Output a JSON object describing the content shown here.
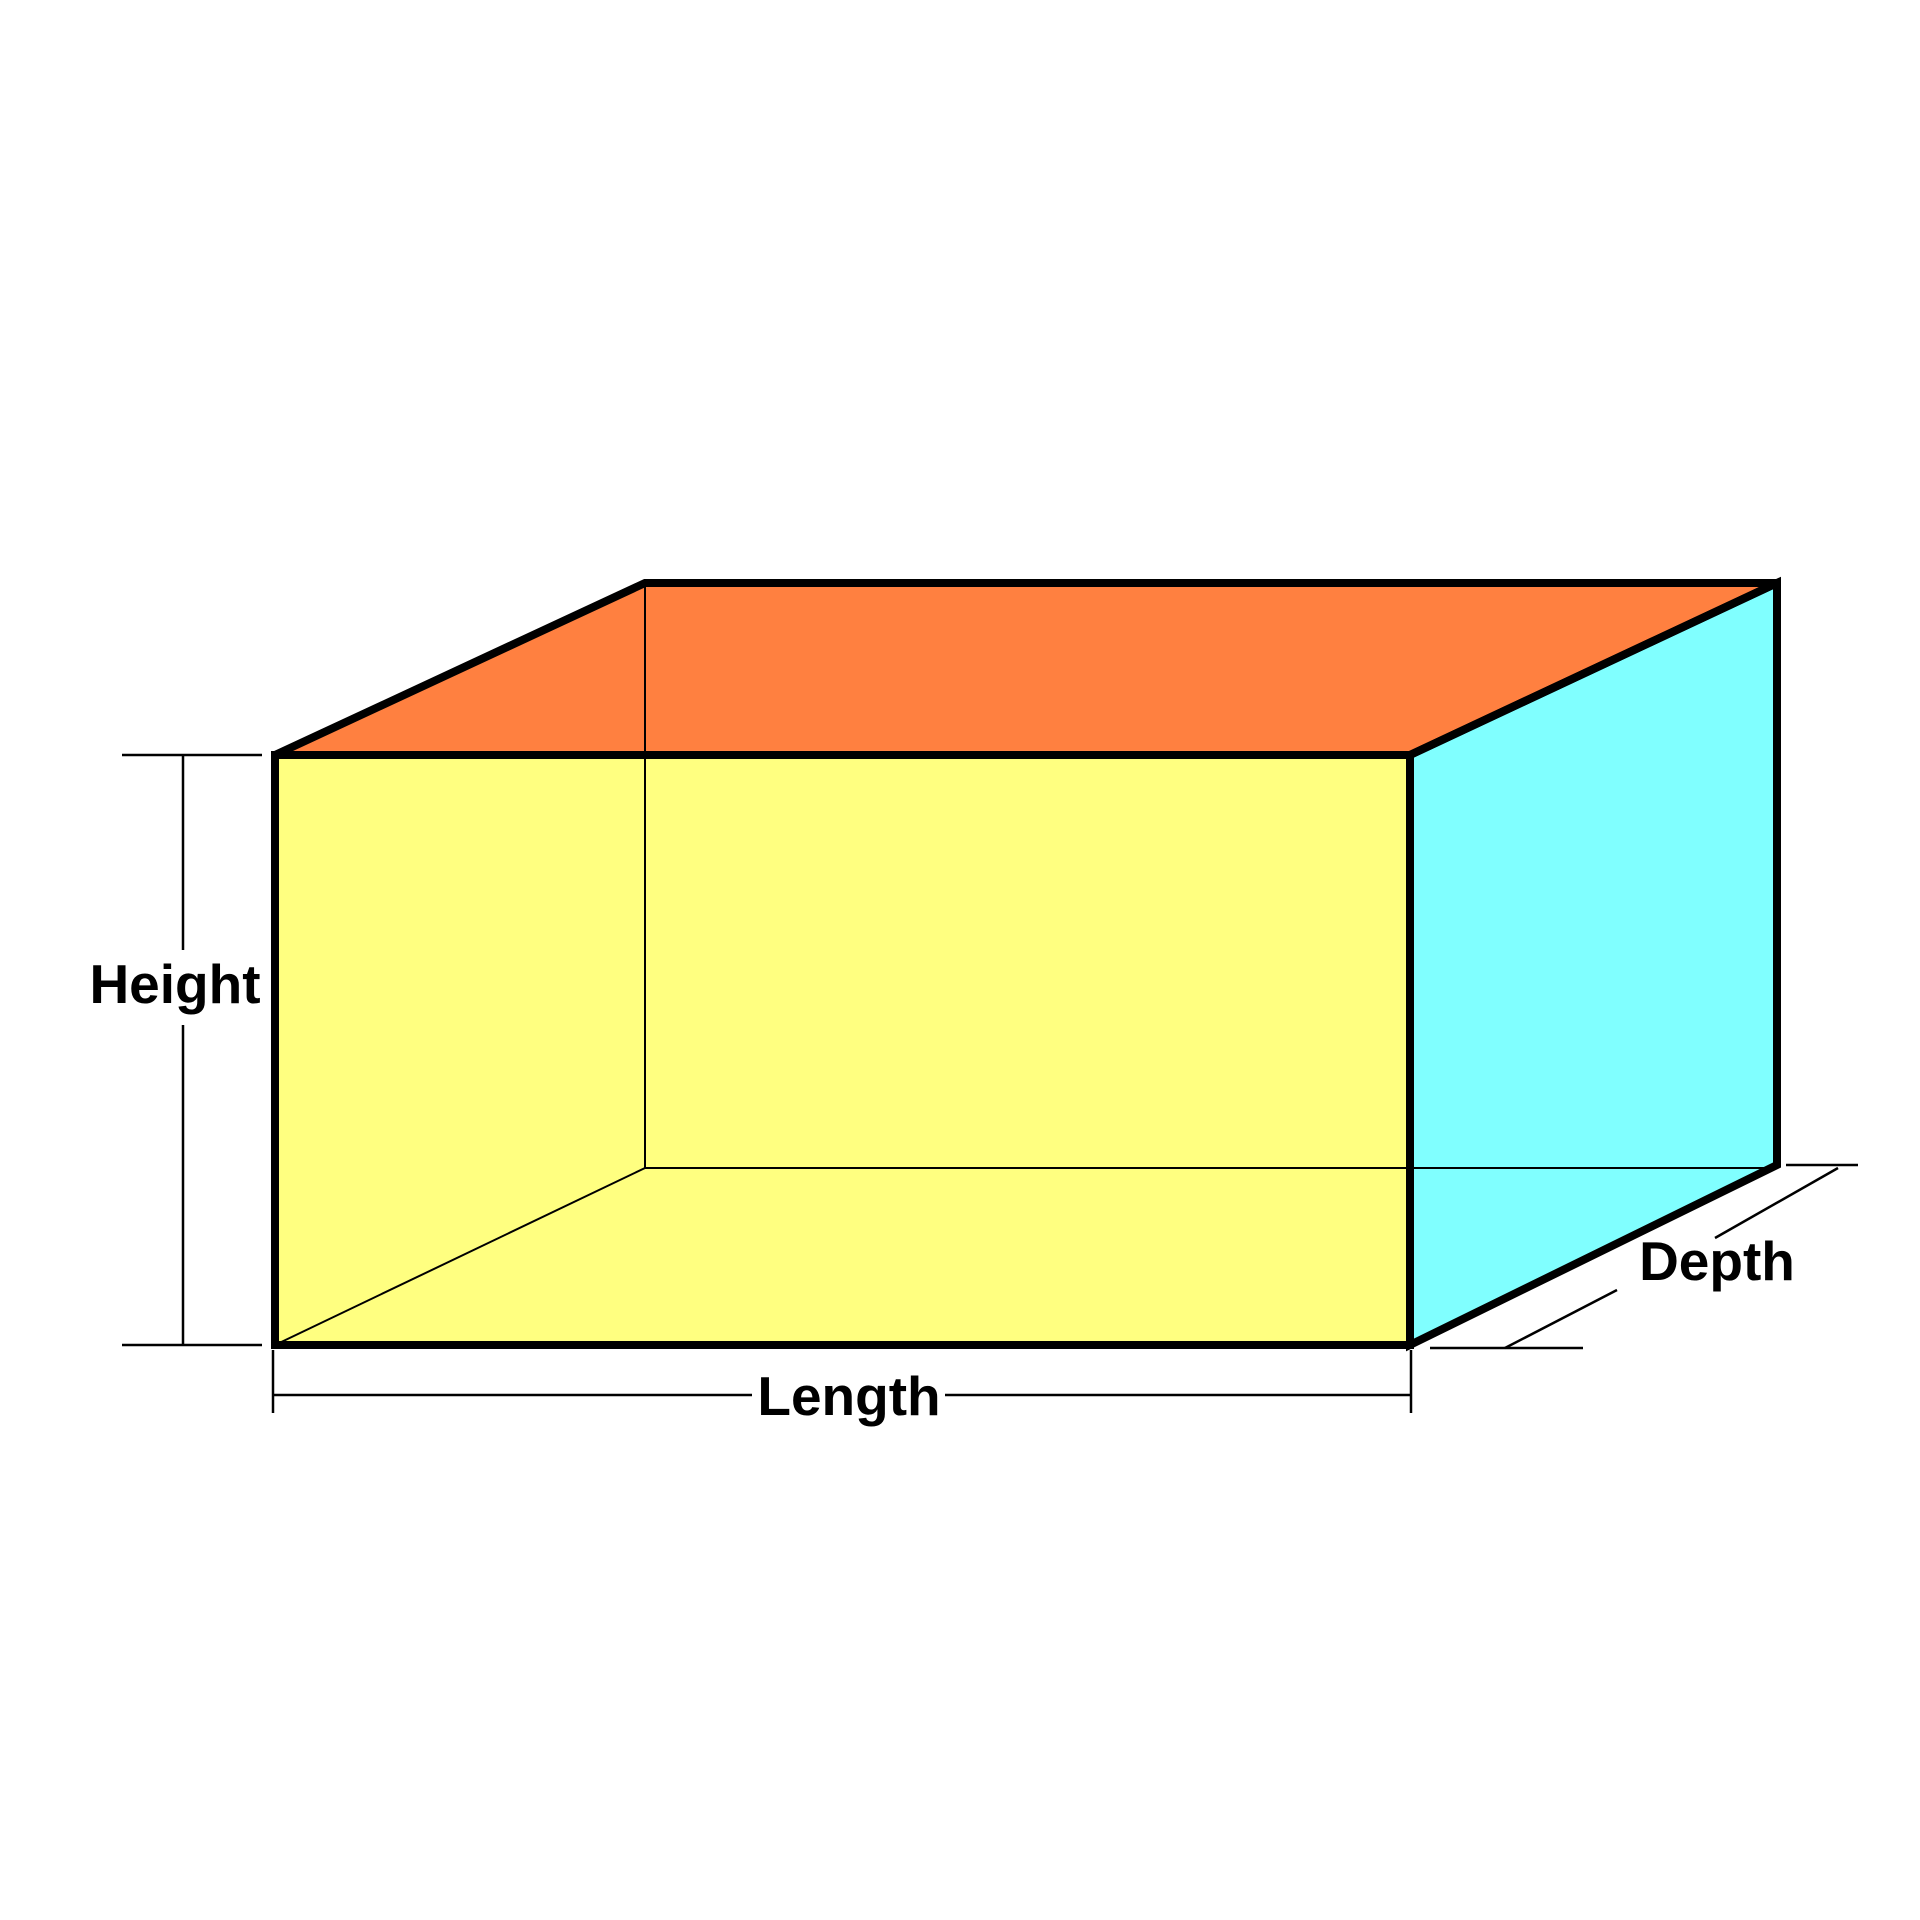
{
  "labels": {
    "height": "Height",
    "length": "Length",
    "depth": "Depth"
  },
  "colors": {
    "front_face": "#ffff80",
    "top_face": "#ff8040",
    "side_face": "#80ffff",
    "edges": "#000000",
    "background": "#ffffff"
  }
}
